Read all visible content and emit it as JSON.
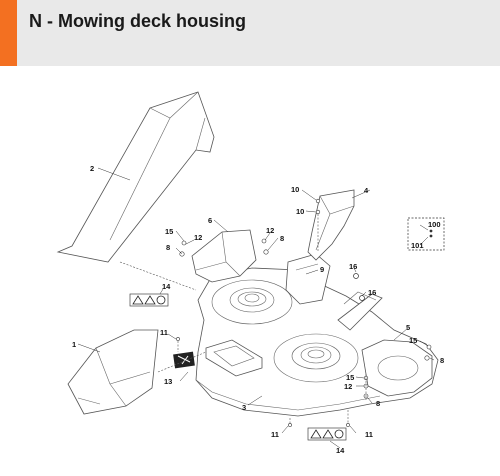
{
  "header": {
    "title": "N - Mowing deck housing",
    "accent_color": "#f37021",
    "background_color": "#e9e9e9"
  },
  "callouts": {
    "c1": "1",
    "c2": "2",
    "c3": "3",
    "c4": "4",
    "c5": "5",
    "c6": "6",
    "c8a": "8",
    "c8b": "8",
    "c8c": "8",
    "c8d": "8",
    "c9": "9",
    "c10a": "10",
    "c10b": "10",
    "c11a": "11",
    "c11b": "11",
    "c11c": "11",
    "c12a": "12",
    "c12b": "12",
    "c12c": "12",
    "c13": "13",
    "c14a": "14",
    "c14b": "14",
    "c15a": "15",
    "c15b": "15",
    "c15c": "15",
    "c16a": "16",
    "c16b": "16",
    "c100": "100",
    "c101": "101"
  }
}
